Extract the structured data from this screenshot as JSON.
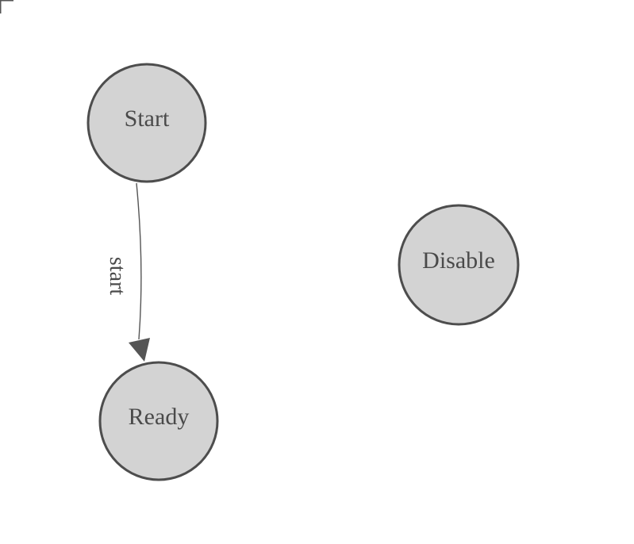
{
  "diagram": {
    "nodes": [
      {
        "id": "start",
        "label": "Start"
      },
      {
        "id": "ready",
        "label": "Ready"
      },
      {
        "id": "disable",
        "label": "Disable"
      }
    ],
    "edges": [
      {
        "from": "start",
        "to": "ready",
        "label": "start"
      }
    ]
  },
  "theme": {
    "background": "#ffffff",
    "node_fill": "#d3d3d3",
    "node_stroke": "#4d4d4d",
    "label_color": "#4a4a4a",
    "edge_color": "#555555",
    "arrow_color": "#555555",
    "corner_color": "#555555"
  }
}
